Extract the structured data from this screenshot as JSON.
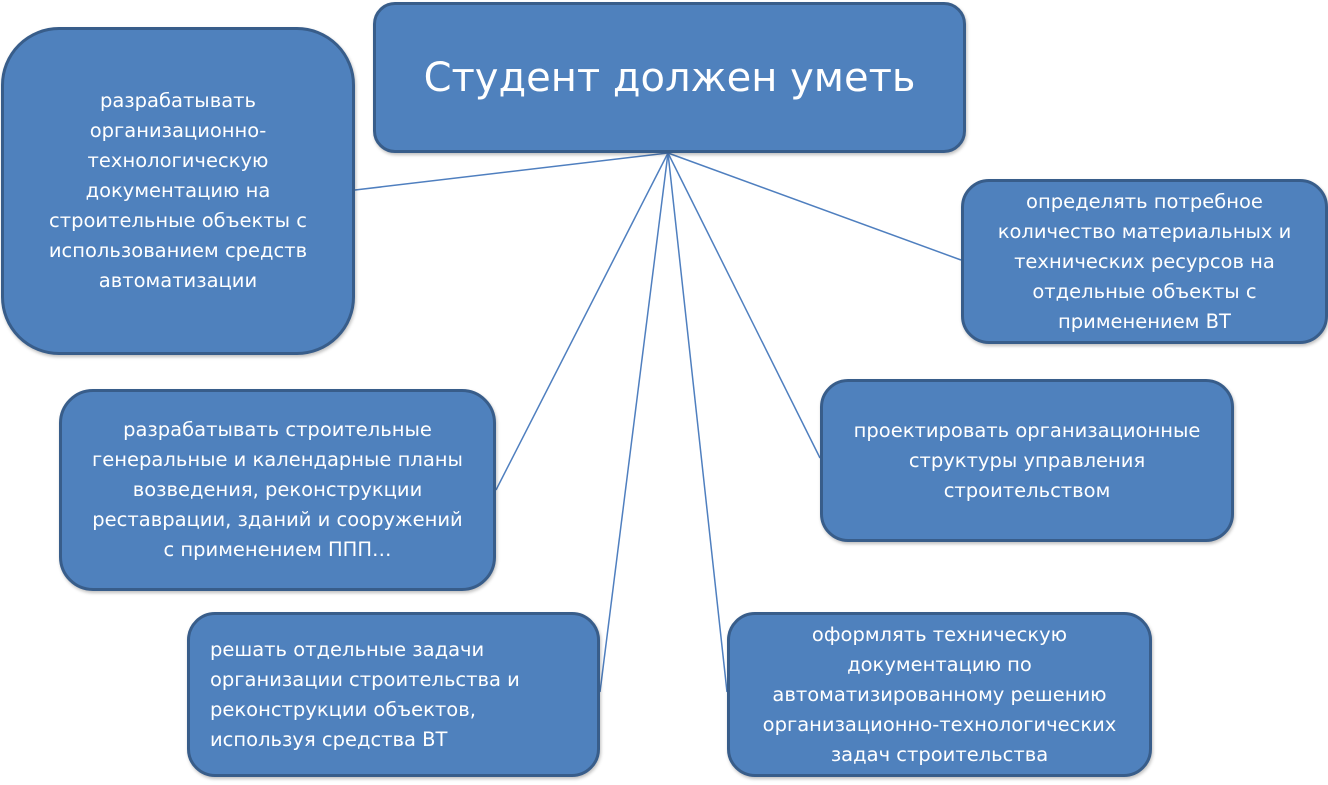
{
  "diagram": {
    "center": {
      "label": "Студент должен уметь"
    },
    "skills": [
      {
        "label": "разрабатывать\nорганизационно-\nтехнологическую\nдокументацию на\nстроительные объекты с\nиспользованием средств\nавтоматизации"
      },
      {
        "label": "определять потребное\nколичество материальных и\nтехнических ресурсов на\nотдельные объекты с\nприменением ВТ"
      },
      {
        "label": "разрабатывать строительные\nгенеральные и календарные планы\nвозведения, реконструкции\nреставрации, зданий и сооружений\nс применением ППП…"
      },
      {
        "label": "проектировать организационные\nструктуры управления\nстроительством"
      },
      {
        "label": "решать отдельные задачи\nорганизации строительства и\nреконструкции объектов,\nиспользуя средства ВТ"
      },
      {
        "label": "оформлять  техническую\nдокументацию по\nавтоматизированному решению\nорганизационно-технологических\nзадач строительства"
      }
    ],
    "colors": {
      "node_fill": "#4f81bd",
      "node_border": "#385d8a",
      "connector": "#4f7fbf",
      "text": "#ffffff"
    }
  }
}
